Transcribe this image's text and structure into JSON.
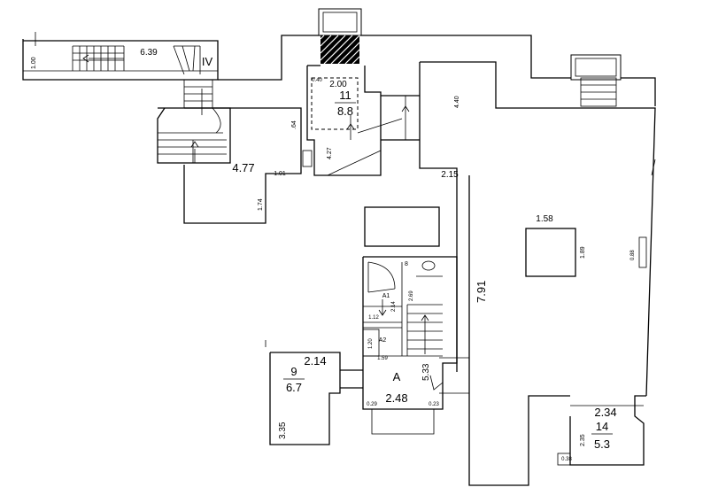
{
  "rooms": {
    "room_11": {
      "number": "11",
      "area": "8.8"
    },
    "room_9": {
      "number": "9",
      "area": "6.7"
    },
    "room_14": {
      "number": "14",
      "area": "5.3"
    },
    "room_a": {
      "number": "A",
      "area": "2.48"
    },
    "room_a1": {
      "number": "A1"
    },
    "room_a2": {
      "number": "A2"
    },
    "room_iv": {
      "number": "IV"
    },
    "room_8": {
      "number": "8"
    }
  },
  "dimensions": {
    "d_1_00": "1.00",
    "d_6_39": "6.39",
    "d_2_00": "2.00",
    "d_4_40": "4.40",
    "d_0_64": ".64",
    "d_4_27": "4.27",
    "d_4_77": "4.77",
    "d_1_01": "1.01",
    "d_1_74": "1.74",
    "d_2_15": "2.15",
    "d_7_91": "7.91",
    "d_1_58": "1.58",
    "d_1_89": "1.89",
    "d_0_88": "0.88",
    "d_2_14": "2.14",
    "d_3_35": "3.35",
    "d_5_33": "5.33",
    "d_2_34": "2.34",
    "d_2_35": "2.35",
    "d_1_12": "1.12",
    "d_1_20": "1.20",
    "d_1_59": "1.59",
    "d_2_14b": "2.14",
    "d_2_69": "2.69",
    "d_0_29": "0.29",
    "d_0_23": "0.23",
    "d_0_38": "0.38",
    "d_0_40": "0.40"
  }
}
